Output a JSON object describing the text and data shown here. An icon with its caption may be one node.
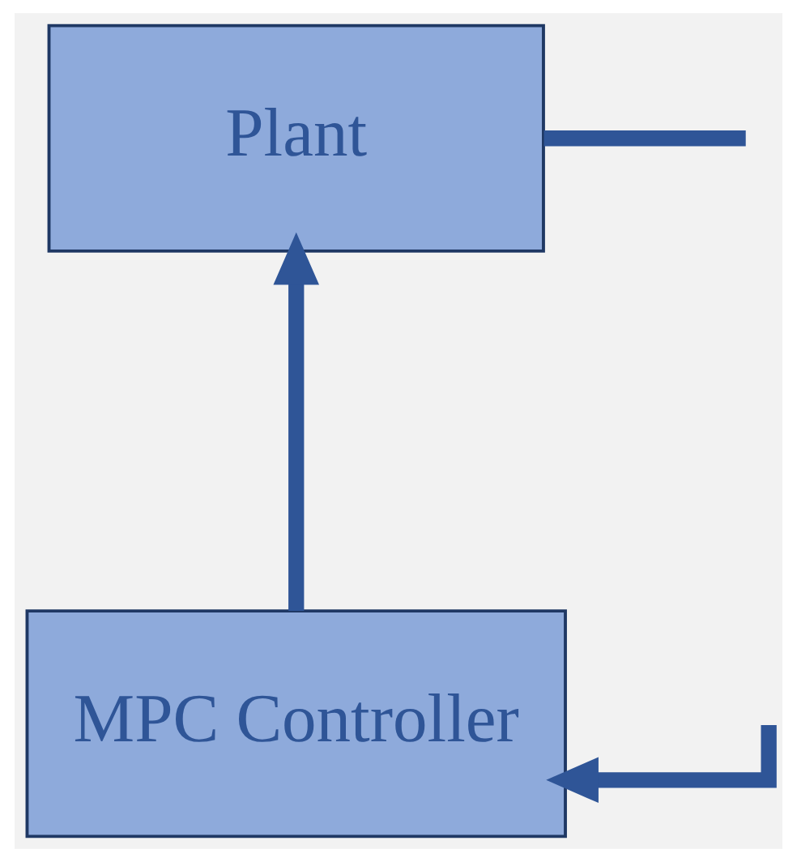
{
  "diagram": {
    "nodes": [
      {
        "text": [
          "Plant"
        ]
      },
      {
        "text": [
          "MPC Controller"
        ]
      }
    ],
    "edges": [
      {
        "from": 1,
        "to": 0,
        "arrow": "to"
      },
      {
        "from": 0,
        "to": null,
        "arrow": "none"
      },
      {
        "from": null,
        "to": 1,
        "arrow": "to"
      }
    ]
  }
}
